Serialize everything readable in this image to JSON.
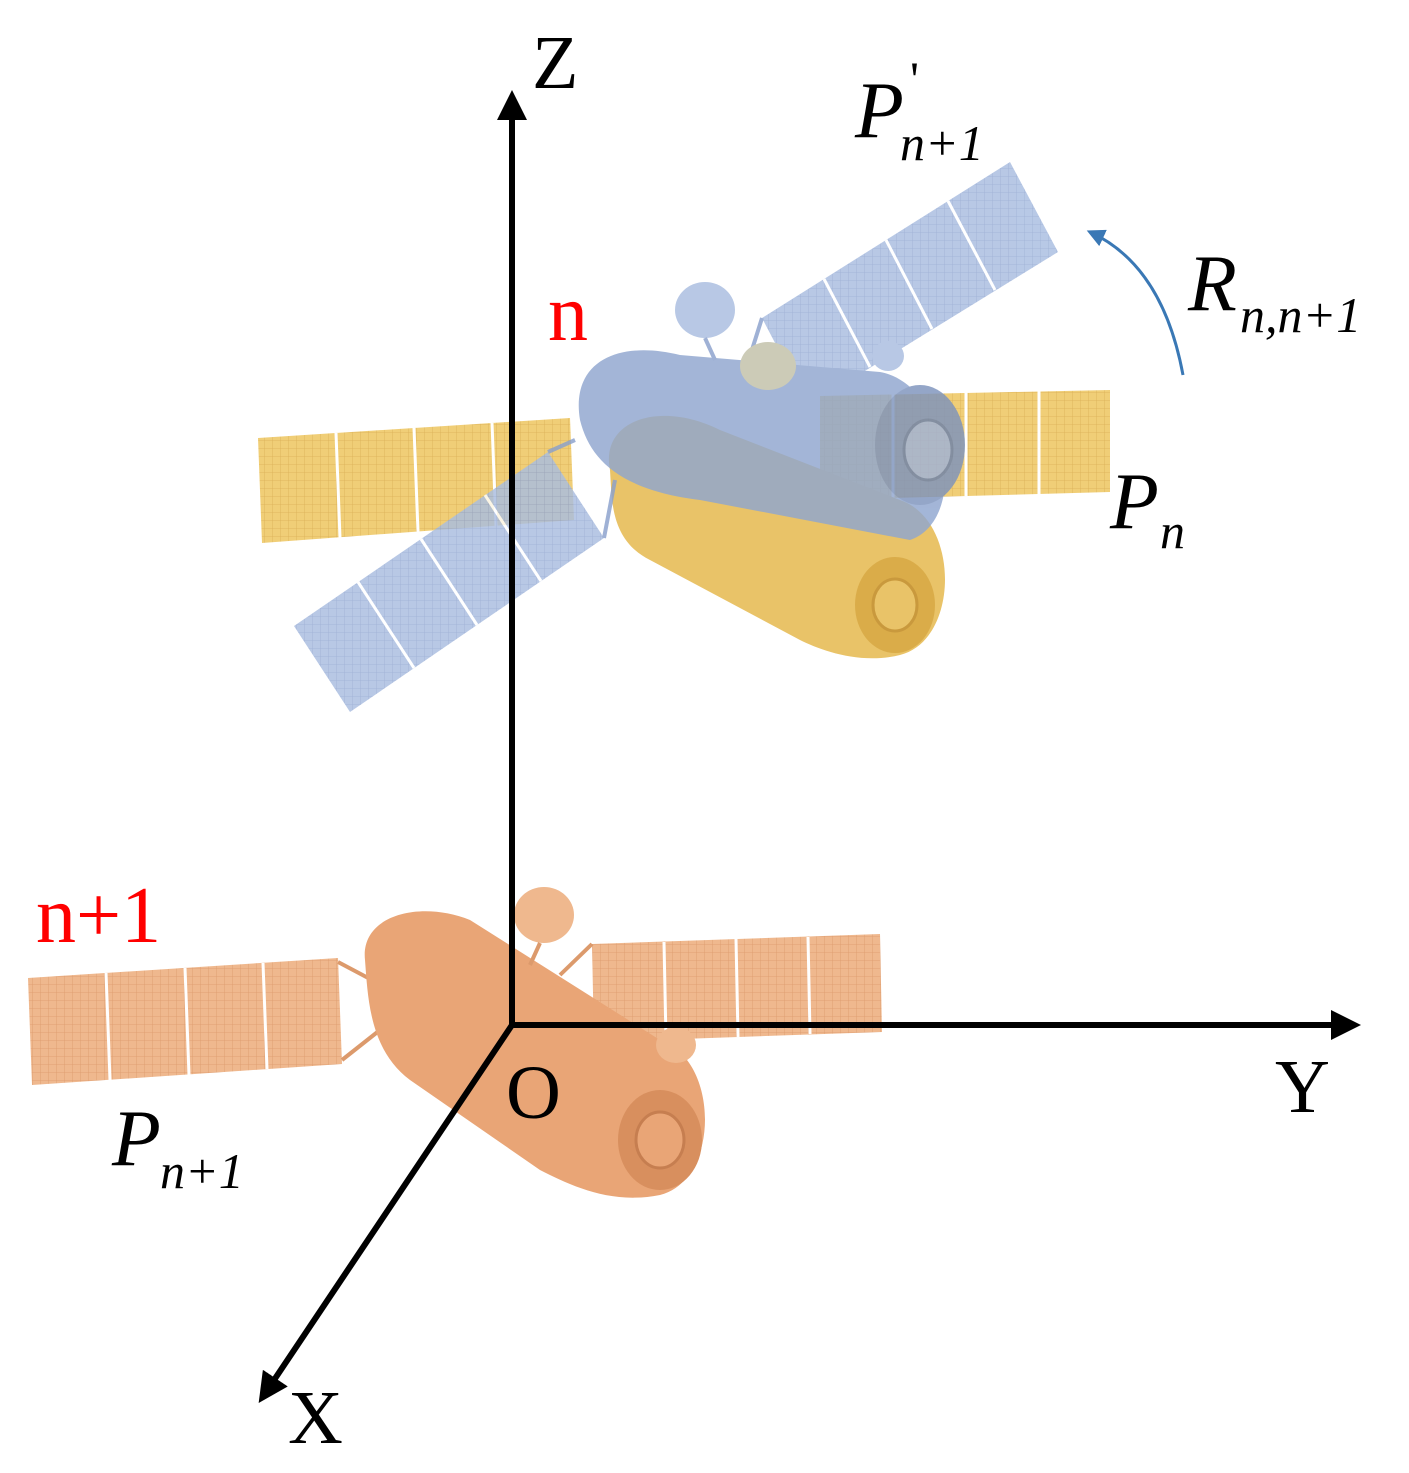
{
  "axes": {
    "z": "Z",
    "y": "Y",
    "x": "X",
    "origin": "O"
  },
  "labels": {
    "frame_n": "n",
    "frame_n1": "n+1",
    "p_n_base": "P",
    "p_n_sub": "n",
    "p_n1_base": "P",
    "p_n1_sub": "n+1",
    "p_prime_base": "P",
    "p_prime_sup": "'",
    "p_prime_sub": "n+1",
    "r_base": "R",
    "r_sub": "n,n+1"
  },
  "colors": {
    "axis": "#000000",
    "frame_label": "#ff0000",
    "craft_n": "#e8c060",
    "craft_n_panel": "#f0cc70",
    "craft_prime": "#9fb2d8",
    "craft_prime_panel": "#a9bde0",
    "craft_n1": "#e9a576",
    "craft_n1_panel": "#efb88e",
    "rotation_arrow": "#3a78b5"
  }
}
